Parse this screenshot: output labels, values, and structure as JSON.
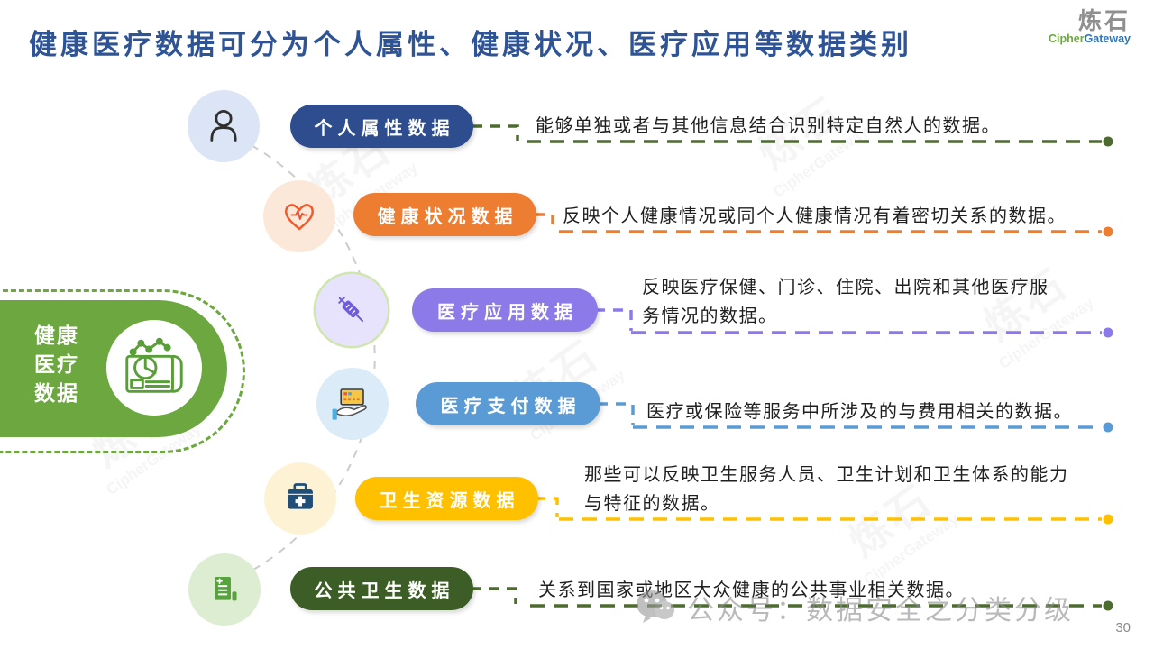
{
  "slide": {
    "title": "健康医疗数据可分为个人属性、健康状况、医疗应用等数据类别",
    "title_color": "#2F5496",
    "page_number": "30",
    "bottom_watermark": "公众号：数据安全之分类分级",
    "brand": {
      "name": "炼石",
      "cipher": "Cipher",
      "gateway": "Gateway"
    },
    "connector_color": "#cccccc"
  },
  "root": {
    "label": "健康\n医疗\n数据",
    "color": "#6CA83F"
  },
  "categories": [
    {
      "label": "个人属性数据",
      "description": "能够单独或者与其他信息结合识别特定自然人的数据。",
      "color": "#2E4D8F",
      "line_color": "#4C6B2F",
      "circle_bg": "#dbe5f5",
      "icon": "person-icon"
    },
    {
      "label": "健康状况数据",
      "description": "反映个人健康情况或同个人健康情况有着密切关系的数据。",
      "color": "#ED7D31",
      "line_color": "#ED7D31",
      "circle_bg": "#fce8d8",
      "icon": "heart-pulse-icon"
    },
    {
      "label": "医疗应用数据",
      "description": "反映医疗保健、门诊、住院、出院和其他医疗服\n务情况的数据。",
      "color": "#8B7AE8",
      "line_color": "#8B7AE8",
      "circle_bg": "#e8e3fc",
      "icon": "syringe-icon"
    },
    {
      "label": "医疗支付数据",
      "description": "医疗或保险等服务中所涉及的与费用相关的数据。",
      "color": "#5B9BD5",
      "line_color": "#5B9BD5",
      "circle_bg": "#dcebf8",
      "icon": "payment-card-icon"
    },
    {
      "label": "卫生资源数据",
      "description": "那些可以反映卫生服务人员、卫生计划和卫生体系的能力\n与特征的数据。",
      "color": "#FFC000",
      "line_color": "#FFC000",
      "circle_bg": "#fdf3d4",
      "icon": "first-aid-kit-icon"
    },
    {
      "label": "公共卫生数据",
      "description": "关系到国家或地区大众健康的公共事业相关数据。",
      "color": "#3C5E26",
      "line_color": "#4C6B2F",
      "circle_bg": "#ddedd2",
      "icon": "document-icon"
    }
  ]
}
